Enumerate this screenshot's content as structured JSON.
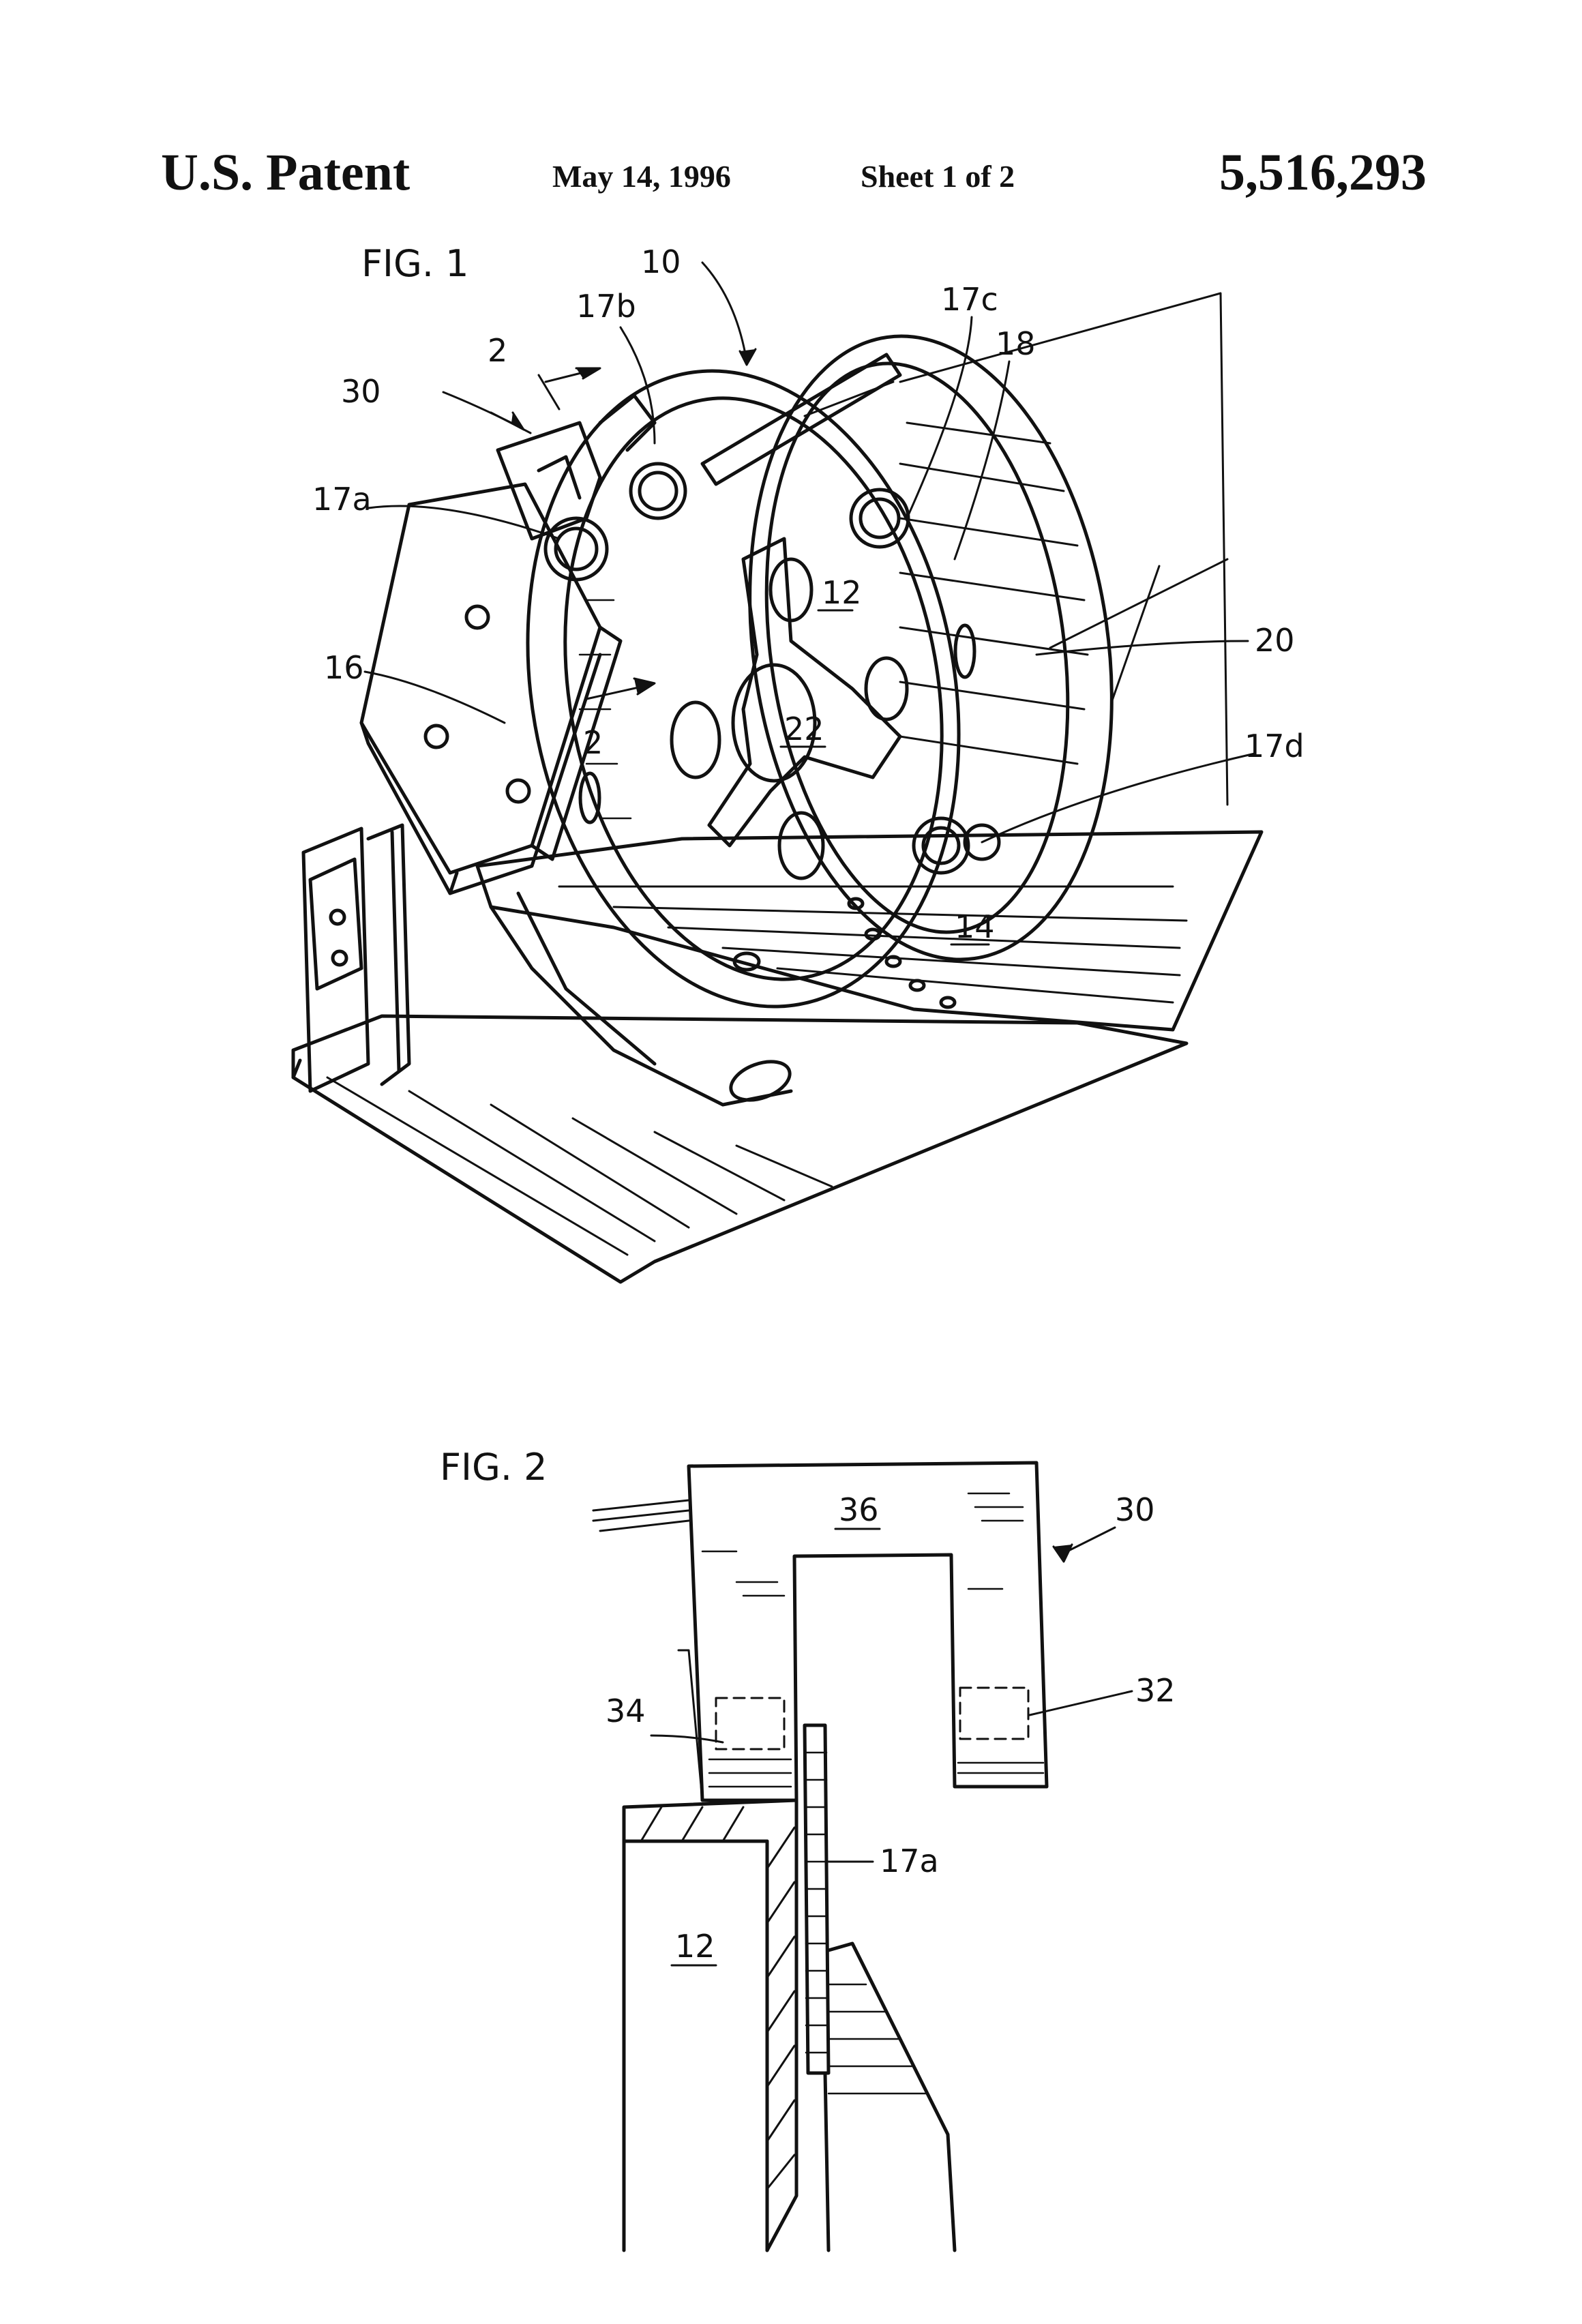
{
  "header": {
    "left": "U.S. Patent",
    "date": "May 14, 1996",
    "sheet": "Sheet 1 of 2",
    "number": "5,516,293"
  },
  "fig1": {
    "title": "FIG. 1",
    "labels": {
      "l10": "10",
      "l17b": "17b",
      "l17c": "17c",
      "l18": "18",
      "l2top": "2",
      "l30": "30",
      "l17a": "17a",
      "l12": "12",
      "l20": "20",
      "l16": "16",
      "l22": "22",
      "l2mid": "2",
      "l17d": "17d",
      "l14": "14"
    }
  },
  "fig2": {
    "title": "FIG. 2",
    "labels": {
      "l36": "36",
      "l30": "30",
      "l34": "34",
      "l32": "32",
      "l17a": "17a",
      "l12": "12"
    }
  }
}
